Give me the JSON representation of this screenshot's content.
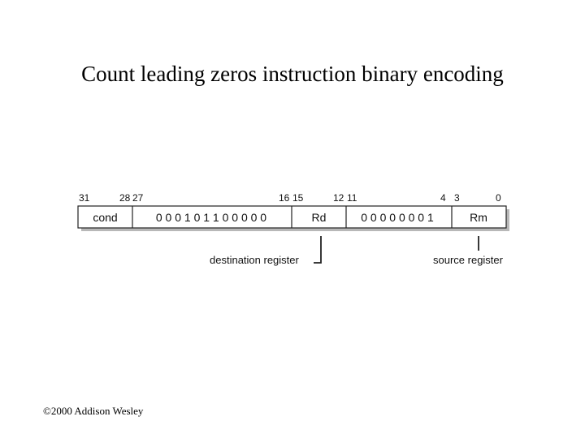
{
  "title": "Count leading zeros instruction binary encoding",
  "bit_positions": [
    "31",
    "28",
    "27",
    "16",
    "15",
    "12",
    "11",
    "4",
    "3",
    "0"
  ],
  "fields": [
    {
      "label": "cond"
    },
    {
      "label": "0 0 0 1 0 1 1 0 0 0 0 0"
    },
    {
      "label": "Rd"
    },
    {
      "label": "0 0 0 0 0 0 0 1"
    },
    {
      "label": "Rm"
    }
  ],
  "annotations": {
    "destination": "destination register",
    "source": "source register"
  },
  "footer": "©2000 Addison Wesley"
}
